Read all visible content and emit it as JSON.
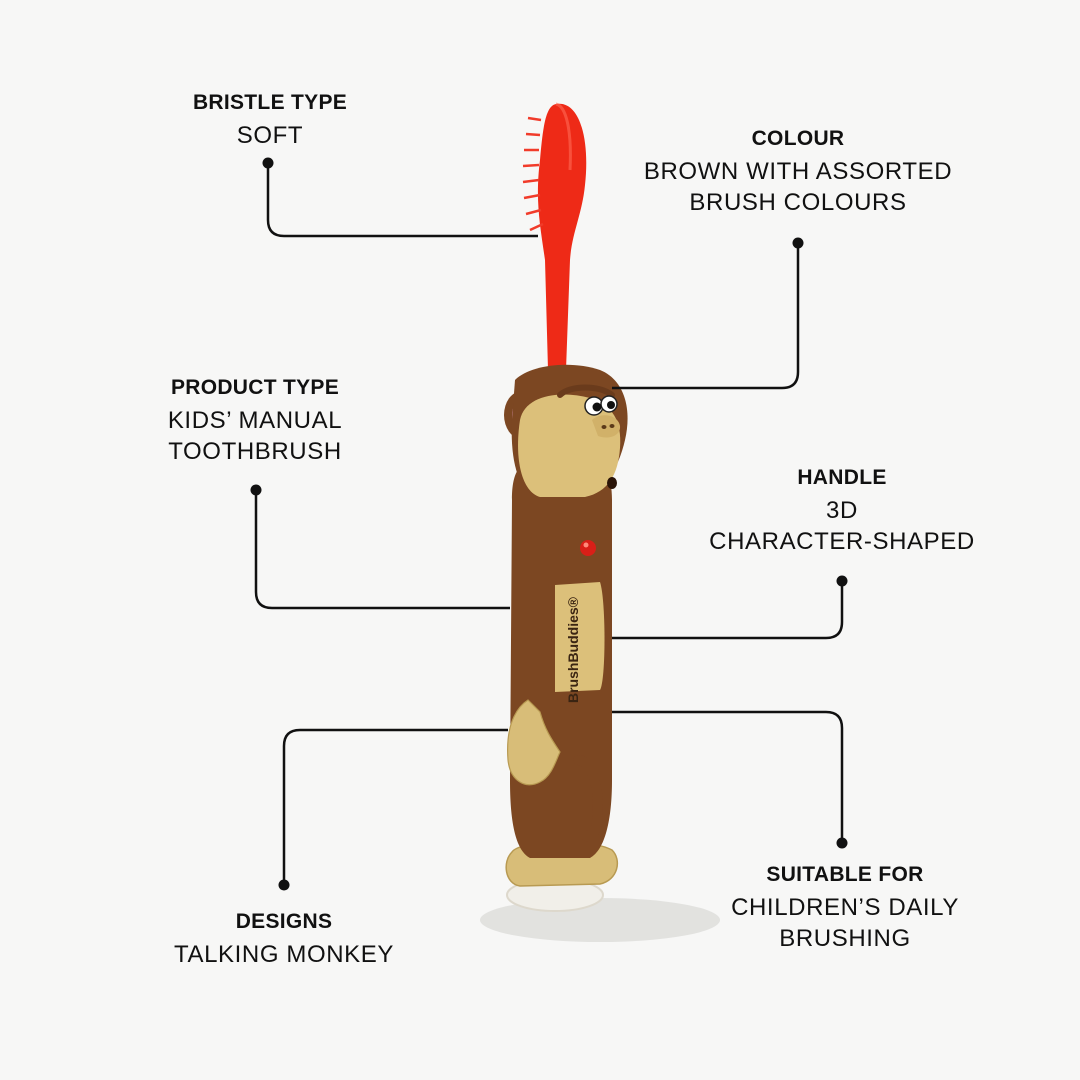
{
  "features": {
    "bristle": {
      "title": "BRISTLE TYPE",
      "value": "SOFT"
    },
    "colour": {
      "title": "COLOUR",
      "value_line1": "BROWN WITH ASSORTED",
      "value_line2": "BRUSH COLOURS"
    },
    "product": {
      "title": "PRODUCT TYPE",
      "value_line1": "KIDS’ MANUAL",
      "value_line2": "TOOTHBRUSH"
    },
    "handle": {
      "title": "HANDLE",
      "value_line1": "3D",
      "value_line2": "CHARACTER-SHAPED"
    },
    "designs": {
      "title": "DESIGNS",
      "value": "TALKING MONKEY"
    },
    "suitable": {
      "title": "SUITABLE FOR",
      "value_line1": "CHILDREN’S DAILY",
      "value_line2": "BRUSHING"
    }
  },
  "product_brand": "BrushBuddies®",
  "colors": {
    "background": "#f7f7f6",
    "brush_red": "#ee2a17",
    "monkey_brown": "#7c4722",
    "monkey_tan": "#dcc07a",
    "line": "#111111"
  }
}
